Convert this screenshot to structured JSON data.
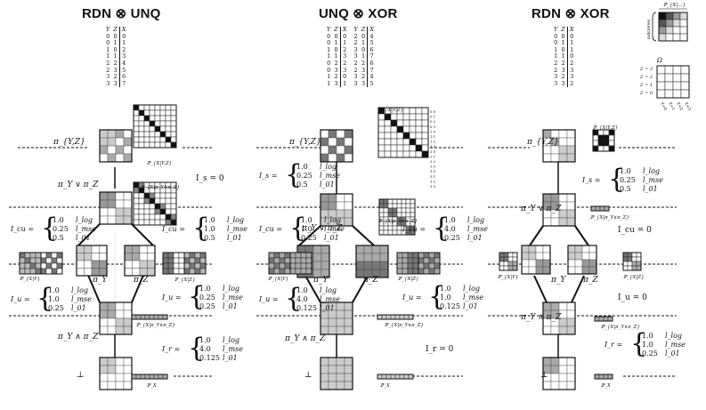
{
  "panels": [
    {
      "title": "RDN ⊗ UNQ",
      "truth": {
        "headers": [
          "Y",
          "Z",
          "X"
        ],
        "rows": [
          [
            "0",
            "0",
            "0"
          ],
          [
            "0",
            "1",
            "1"
          ],
          [
            "1",
            "0",
            "2"
          ],
          [
            "1",
            "1",
            "3"
          ],
          [
            "2",
            "2",
            "4"
          ],
          [
            "2",
            "3",
            "5"
          ],
          [
            "3",
            "2",
            "6"
          ],
          [
            "3",
            "3",
            "7"
          ]
        ]
      },
      "labels": {
        "top": "π_{Y,Z}",
        "mid": "π_Y ∨ π_Z",
        "left": "π_Y",
        "right": "π_Z",
        "meet": "π_Y ∧ π_Z",
        "bottom": "⊥"
      },
      "matrix_labels": {
        "top": "ℙ_{X|Y,Z}",
        "mid": "ℙ_{X|π_Y∨π_Z}",
        "left": "ℙ_{X|Y}",
        "right": "ℙ_{X|Z}",
        "meet": "ℙ_{X|π_Y∧π_Z}",
        "bottom": "ℙ_X"
      },
      "measures": {
        "I_s": "I_s = 0",
        "I_cu_left": {
          "name": "I_cu =",
          "vals": [
            [
              "1.0",
              "l_log"
            ],
            [
              "0.25",
              "l_mse"
            ],
            [
              "0.5",
              "l_01"
            ]
          ]
        },
        "I_cu_right": {
          "name": "I_cu =",
          "vals": [
            [
              "1.0",
              "l_log"
            ],
            [
              "1.0",
              "l_mse"
            ],
            [
              "0.5",
              "l_01"
            ]
          ]
        },
        "I_u_left": {
          "name": "I_u =",
          "vals": [
            [
              "1.0",
              "l_log"
            ],
            [
              "1.0",
              "l_mse"
            ],
            [
              "0.25",
              "l_01"
            ]
          ]
        },
        "I_u_right": {
          "name": "I_u =",
          "vals": [
            [
              "1.0",
              "l_log"
            ],
            [
              "0.25",
              "l_mse"
            ],
            [
              "0.25",
              "l_01"
            ]
          ]
        },
        "I_r": {
          "name": "I_r =",
          "vals": [
            [
              "1.0",
              "l_log"
            ],
            [
              "4.0",
              "l_mse"
            ],
            [
              "0.125",
              "l_01"
            ]
          ]
        }
      }
    },
    {
      "title": "UNQ ⊗ XOR",
      "truth": {
        "headers": [
          "Y",
          "Z",
          "X",
          "",
          "Y",
          "Z",
          "X"
        ],
        "rows": [
          [
            "0",
            "0",
            "0",
            "",
            "2",
            "0",
            "4"
          ],
          [
            "0",
            "1",
            "1",
            "",
            "2",
            "1",
            "5"
          ],
          [
            "1",
            "0",
            "2",
            "",
            "3",
            "0",
            "6"
          ],
          [
            "1",
            "1",
            "3",
            "",
            "3",
            "1",
            "7"
          ],
          [
            "0",
            "2",
            "2",
            "",
            "2",
            "2",
            "6"
          ],
          [
            "0",
            "3",
            "3",
            "",
            "2",
            "3",
            "7"
          ],
          [
            "1",
            "2",
            "0",
            "",
            "3",
            "2",
            "4"
          ],
          [
            "1",
            "3",
            "1",
            "",
            "3",
            "3",
            "5"
          ]
        ]
      },
      "labels": {
        "top": "π_{Y,Z}",
        "mid": "π_Y ∨ π_Z",
        "left": "π_Y",
        "right": "π_Z",
        "meet": "π_Y ∧ π_Z",
        "bottom": "⊥"
      },
      "matrix_labels": {
        "top": "ℙ_{X|Y,Z}",
        "mid": "ℙ_{X|π_Y∨π_Z}",
        "left": "ℙ_{X|Y}",
        "right": "ℙ_{X|Z}",
        "meet": "ℙ_{X|π_Y∧π_Z}",
        "bottom": "ℙ_X"
      },
      "measures": {
        "I_s": {
          "name": "I_s =",
          "vals": [
            [
              "1.0",
              "l_log"
            ],
            [
              "0.25",
              "l_mse"
            ],
            [
              "0.5",
              "l_01"
            ]
          ]
        },
        "I_cu_left": {
          "name": "I_cu =",
          "vals": [
            [
              "1.0",
              "l_log"
            ],
            [
              "1.0",
              "l_mse"
            ],
            [
              "0.25",
              "l_01"
            ]
          ]
        },
        "I_cu_right": {
          "name": "I_cu =",
          "vals": [
            [
              "1.0",
              "l_log"
            ],
            [
              "4.0",
              "l_mse"
            ],
            [
              "0.25",
              "l_01"
            ]
          ]
        },
        "I_u_left": {
          "name": "I_u =",
          "vals": [
            [
              "1.0",
              "l_log"
            ],
            [
              "4.0",
              "l_mse"
            ],
            [
              "0.125",
              "l_01"
            ]
          ]
        },
        "I_u_right": {
          "name": "I_u =",
          "vals": [
            [
              "1.0",
              "l_log"
            ],
            [
              "1.0",
              "l_mse"
            ],
            [
              "0.125",
              "l_01"
            ]
          ]
        },
        "I_r": "I_r = 0"
      }
    },
    {
      "title": "RDN ⊗ XOR",
      "truth": {
        "headers": [
          "Y",
          "Z",
          "X"
        ],
        "rows": [
          [
            "0",
            "0",
            "0"
          ],
          [
            "0",
            "1",
            "1"
          ],
          [
            "1",
            "0",
            "1"
          ],
          [
            "1",
            "1",
            "0"
          ],
          [
            "2",
            "2",
            "2"
          ],
          [
            "2",
            "3",
            "3"
          ],
          [
            "3",
            "2",
            "3"
          ],
          [
            "3",
            "3",
            "2"
          ]
        ]
      },
      "labels": {
        "top": "π_{Y,Z}",
        "mid": "π_Y ∨ π_Z",
        "left": "π_Y",
        "right": "π_Z",
        "meet": "π_Y ∧ π_Z",
        "bottom": "⊥"
      },
      "matrix_labels": {
        "top": "ℙ_{X|Y,Z}",
        "mid": "ℙ_{X|π_Y∨π_Z}",
        "left": "ℙ_{X|Y}",
        "right": "ℙ_{X|Z}",
        "meet": "ℙ_{X|π_Y∧π_Z}",
        "bottom": "ℙ_X"
      },
      "measures": {
        "I_s": {
          "name": "I_s =",
          "vals": [
            [
              "1.0",
              "l_log"
            ],
            [
              "0.25",
              "l_mse"
            ],
            [
              "0.5",
              "l_01"
            ]
          ]
        },
        "I_cu": "I_cu = 0",
        "I_u": "I_u = 0",
        "I_r": {
          "name": "I_r =",
          "vals": [
            [
              "1.0",
              "l_log"
            ],
            [
              "1.0",
              "l_mse"
            ],
            [
              "0.25",
              "l_01"
            ]
          ]
        }
      }
    }
  ],
  "legend": {
    "top_label": "ℙ_{X|…}",
    "side_label": "outcomes",
    "omega": "Ω",
    "z_rows": [
      "Z = 3",
      "Z = 2",
      "Z = 1",
      "Z = 0"
    ],
    "y_cols": [
      "Y=0",
      "Y=1",
      "Y=2",
      "Y=3"
    ]
  }
}
